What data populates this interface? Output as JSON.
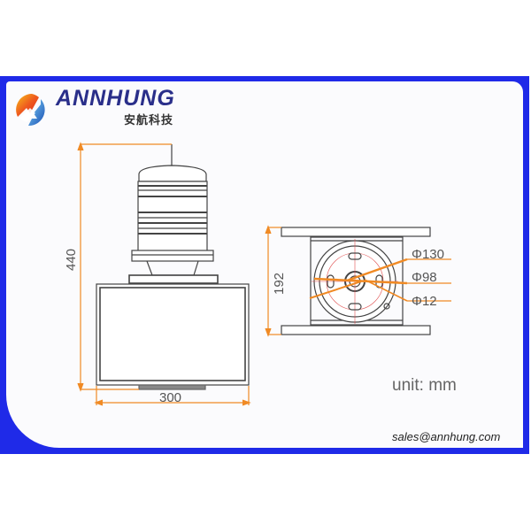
{
  "brand": {
    "name": "ANNHUNG",
    "name_cn": "安航科技",
    "colors": {
      "frame": "#1f2ae8",
      "brand_text": "#2a2f8a",
      "dimension_lines": "#f08a24"
    }
  },
  "drawing": {
    "front_view": {
      "height_label": "440",
      "width_label": "300"
    },
    "top_view": {
      "height_label": "192",
      "callouts": [
        "Φ130",
        "Φ98",
        "Φ12"
      ]
    },
    "unit_label": "unit: mm"
  },
  "footer": {
    "email": "sales@annhung.com"
  }
}
